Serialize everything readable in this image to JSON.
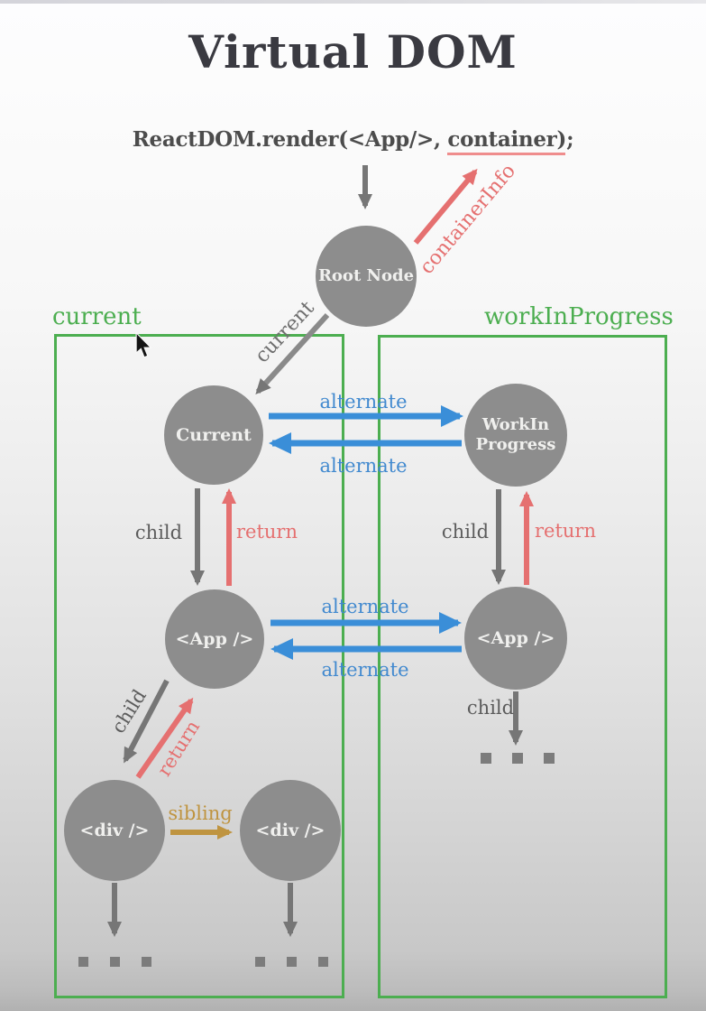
{
  "title": "Virtual DOM",
  "code": {
    "prefix": "ReactDOM.render(<App/>, ",
    "argument": "container",
    "suffix": ");"
  },
  "boxes": {
    "current_label": "current",
    "work_in_progress_label": "workInProgress"
  },
  "nodes": {
    "root": "Root Node",
    "current": "Current",
    "work_in_progress_line1": "WorkIn",
    "work_in_progress_line2": "Progress",
    "app_left": "<App />",
    "app_right": "<App />",
    "div_left": "<div />",
    "div_right": "<div />"
  },
  "edge_labels": {
    "container_info": "containerInfo",
    "current": "current",
    "alternate": "alternate",
    "child": "child",
    "return": "return",
    "sibling": "sibling"
  },
  "colors": {
    "green": "#4cae50",
    "blue": "#3a8ed8",
    "red": "#e57070",
    "gold": "#c2993f",
    "node_gray": "#8d8d8d",
    "arrow_gray": "#767676",
    "title_text": "#3a3a41",
    "code_text": "#4c4c4c"
  }
}
